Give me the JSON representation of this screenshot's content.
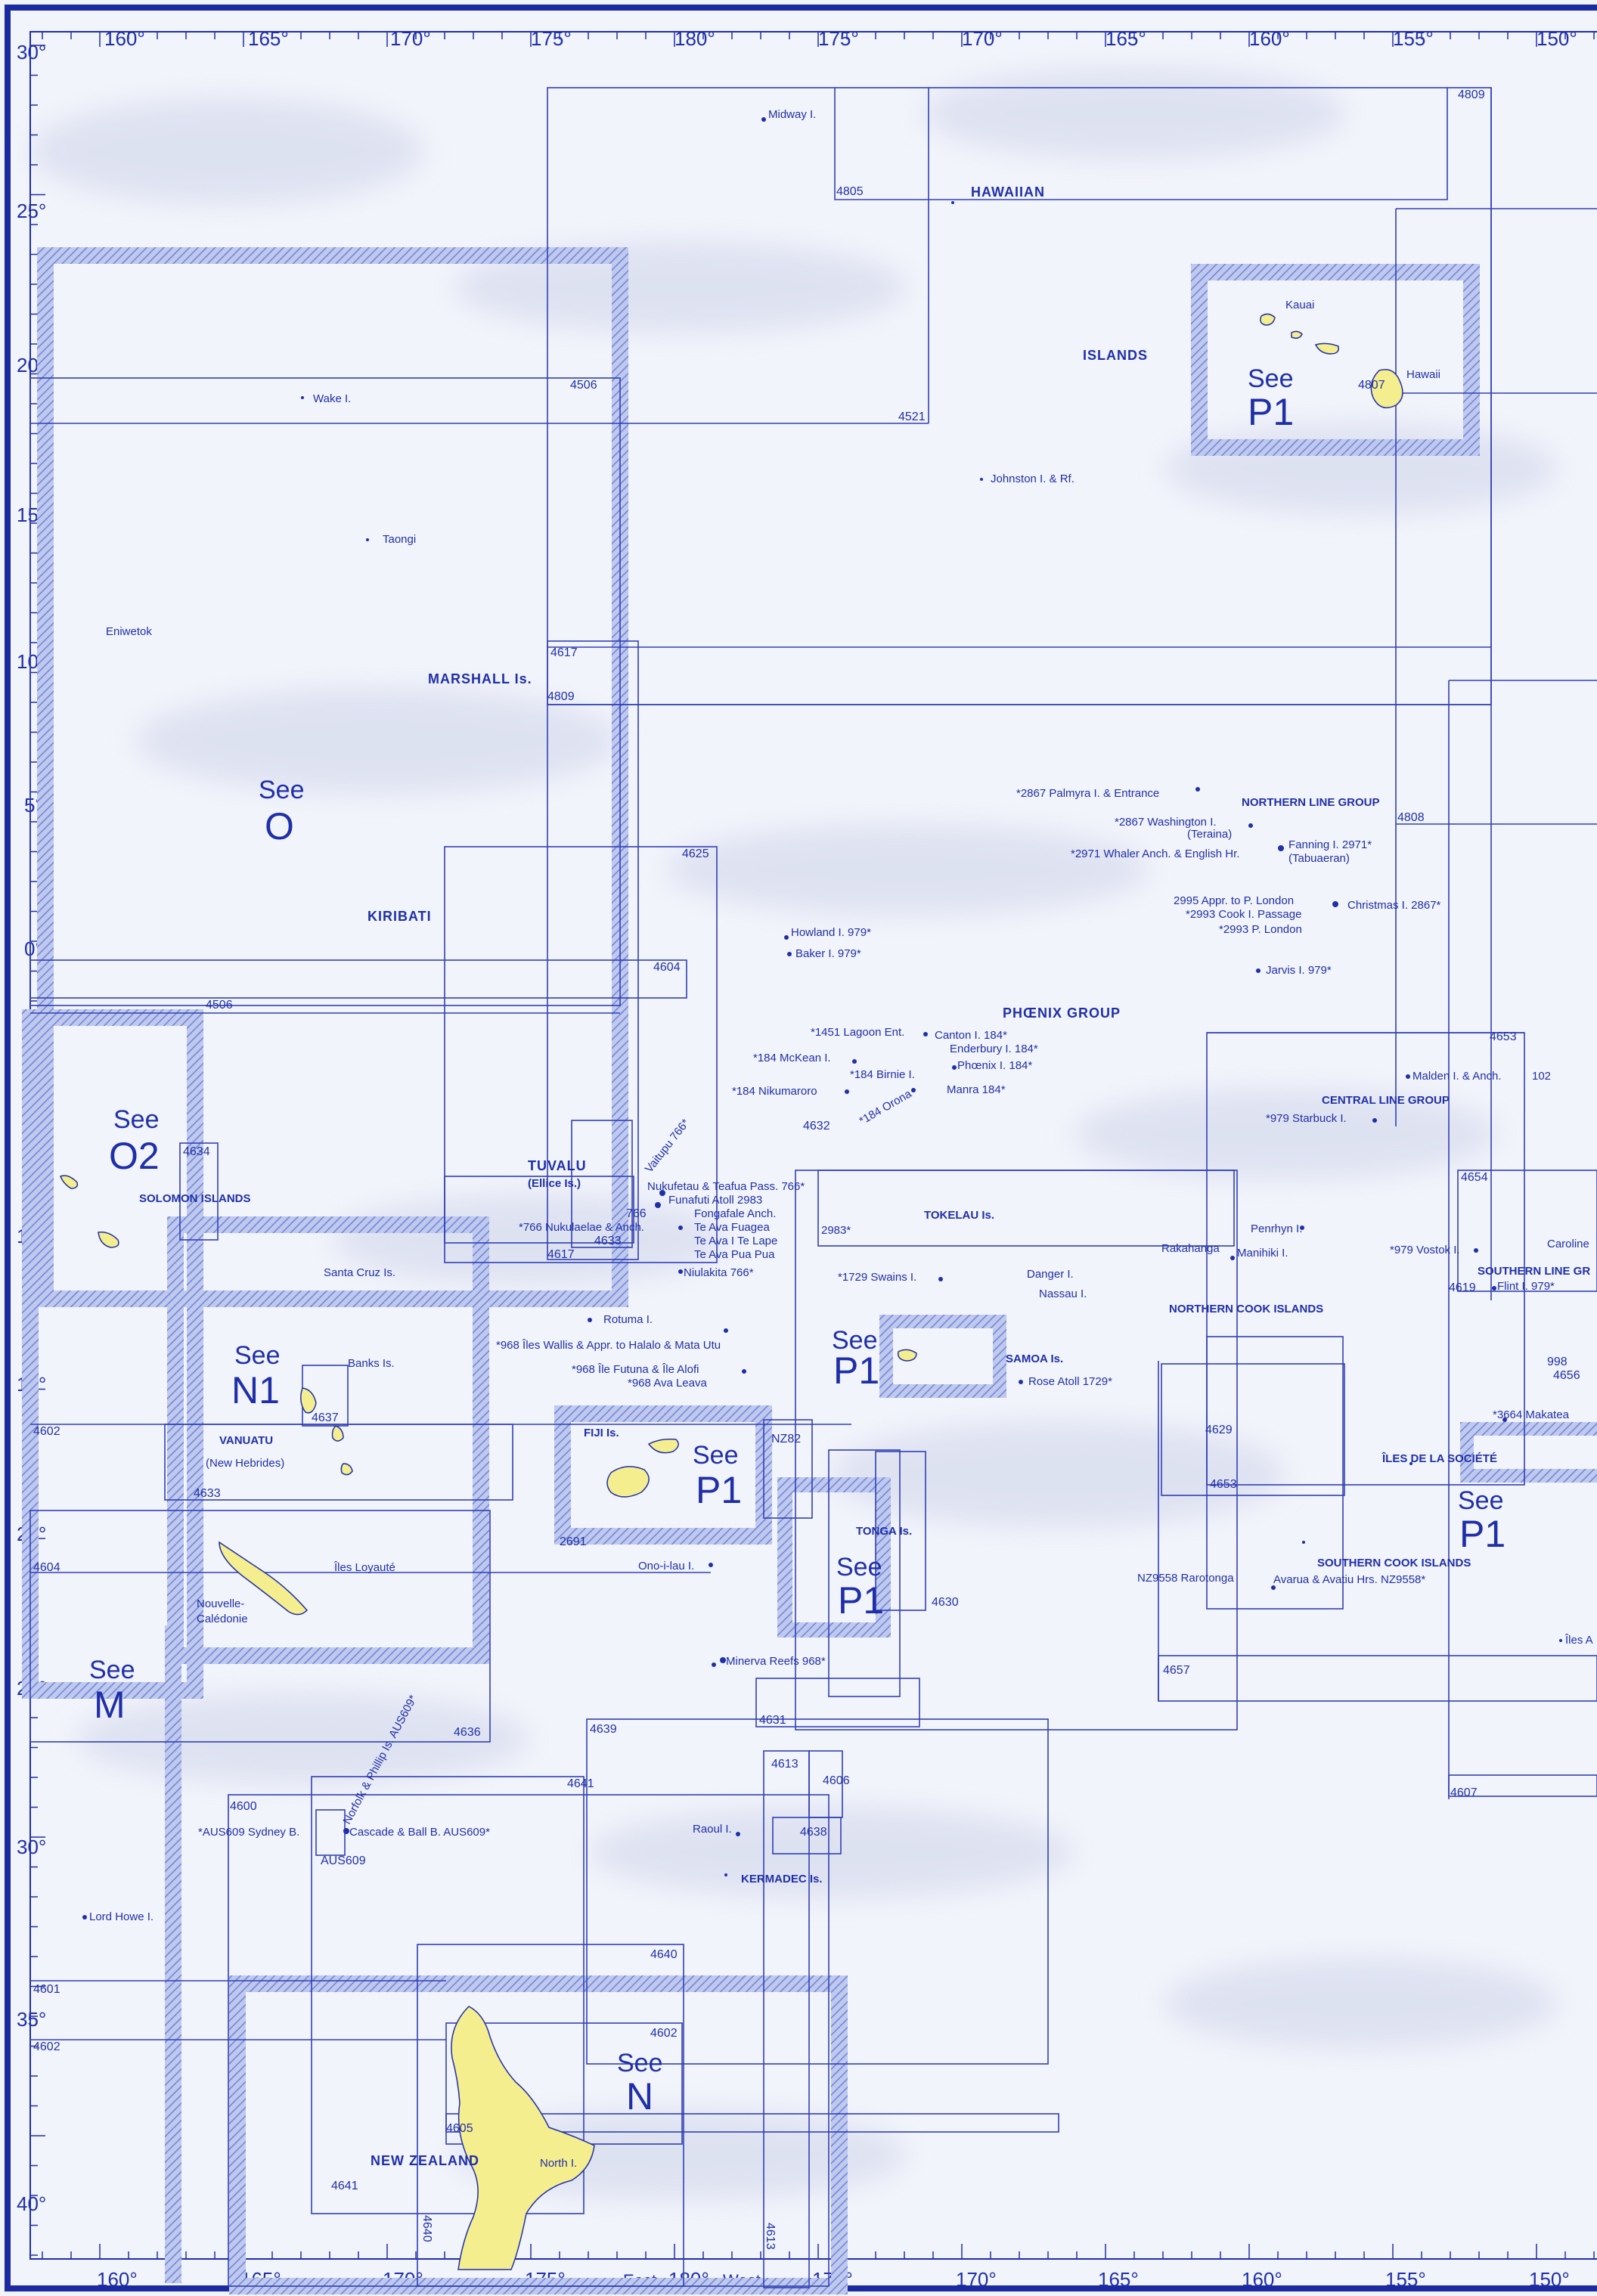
{
  "axes": {
    "left_lat": [
      "30°",
      "25°",
      "20°",
      "15°",
      "10°",
      "5°",
      "0°",
      "5°",
      "10°",
      "15°",
      "20°",
      "25°",
      "30°",
      "35°",
      "40°"
    ],
    "top_lon": [
      "160°",
      "165°",
      "170°",
      "175°",
      "180°",
      "175°",
      "170°",
      "165°",
      "160°",
      "155°",
      "150°"
    ],
    "bottom_lon": [
      "160°",
      "165°",
      "170°",
      "175°",
      "180°",
      "175°",
      "170°",
      "165°",
      "160°",
      "155°",
      "150°"
    ],
    "east_label": "East",
    "west_label": "West"
  },
  "chart_numbers": [
    "4809",
    "4805",
    "4506",
    "4521",
    "4807",
    "4617",
    "4809",
    "4808",
    "4625",
    "4604",
    "4506",
    "4653",
    "4634",
    "4654",
    "4632",
    "4633",
    "4617",
    "4619",
    "4637",
    "4602",
    "4633",
    "4604",
    "4629",
    "4653",
    "4656",
    "998",
    "NZ82",
    "2691",
    "4630",
    "4657",
    "4636",
    "4639",
    "4631",
    "4641",
    "4613",
    "4606",
    "4638",
    "4600",
    "AUS609",
    "4640",
    "4601",
    "4602",
    "4602",
    "4605",
    "4641",
    "4640",
    "4613",
    "4607",
    "766"
  ],
  "regions": {
    "hawaiian": "HAWAIIAN",
    "islands": "ISLANDS",
    "marshall": "MARSHALL Is.",
    "kiribati": "KIRIBATI",
    "northern_line": "NORTHERN LINE GROUP",
    "phoenix": "PHŒNIX GROUP",
    "central_line": "CENTRAL LINE GROUP",
    "tuvalu": "TUVALU",
    "ellice": "(Ellice Is.)",
    "solomon": "SOLOMON ISLANDS",
    "tokelau": "TOKELAU Is.",
    "northern_cook": "NORTHERN COOK ISLANDS",
    "southern_line": "SOUTHERN LINE GR",
    "samoa": "SAMOA Is.",
    "vanuatu": "VANUATU",
    "new_hebrides": "(New Hebrides)",
    "societe": "ÎLES DE LA SOCIÉTÉ",
    "tonga": "TONGA Is.",
    "southern_cook": "SOUTHERN COOK ISLANDS",
    "kermadec": "KERMADEC Is.",
    "new_zealand": "NEW ZEALAND",
    "fiji": "FIJI Is."
  },
  "see_boxes": [
    {
      "word": "See",
      "code": "P1"
    },
    {
      "word": "See",
      "code": "O"
    },
    {
      "word": "See",
      "code": "O2"
    },
    {
      "word": "See",
      "code": "N1"
    },
    {
      "word": "See",
      "code": "P1"
    },
    {
      "word": "See",
      "code": "P1"
    },
    {
      "word": "See",
      "code": "P1"
    },
    {
      "word": "See",
      "code": "P1"
    },
    {
      "word": "See",
      "code": "M"
    },
    {
      "word": "See",
      "code": "N"
    }
  ],
  "places": {
    "midway": "Midway I.",
    "kauai": "Kauai",
    "hawaii": "Hawaii",
    "wake": "Wake I.",
    "johnston": "Johnston I. & Rf.",
    "taongi": "Taongi",
    "eniwetok": "Eniwetok",
    "palmyra": "*2867 Palmyra I. & Entrance",
    "washington": "*2867 Washington I.",
    "teraina": "(Teraina)",
    "fanning": "Fanning I. 2971*",
    "tabuaeran": "(Tabuaeran)",
    "whaler": "*2971 Whaler Anch. & English Hr.",
    "appr_london": "2995 Appr. to P. London",
    "christmas": "Christmas I. 2867*",
    "cook_passage": "*2993 Cook I. Passage",
    "p_london": "*2993 P. London",
    "howland": "Howland I. 979*",
    "baker": "Baker I. 979*",
    "jarvis": "Jarvis I. 979*",
    "lagoon": "*1451 Lagoon Ent.",
    "canton": "Canton I. 184*",
    "enderbury": "Enderbury I. 184*",
    "mckean": "*184 McKean I.",
    "birnie": "*184 Birnie I.",
    "phoenix_i": "Phœnix I. 184*",
    "nikumaroro": "*184 Nikumaroro",
    "orona": "*184 Orona",
    "manra": "Manra 184*",
    "malden": "Malden I. & Anch.",
    "malden_no": "102",
    "starbuck": "*979 Starbuck I.",
    "vaitupu": "Vaitupu 766*",
    "nukufetau": "Nukufetau & Teafua Pass. 766*",
    "funafuti": "Funafuti Atoll 2983",
    "fongafale": "Fongafale Anch.",
    "te_ava_fuagea": "Te Ava Fuagea",
    "te_ava_i_te_lape": "Te Ava I Te Lape",
    "te_ava_pua_pua": "Te Ava Pua Pua",
    "n2983": "2983*",
    "nukulaelae": "*766 Nukulaelae & Anch.",
    "niulakita": "Niulakita 766*",
    "penrhyn": "Penrhyn I.",
    "rakahanga": "Rakahanga",
    "manihiki": "Manihiki I.",
    "vostok": "*979 Vostok I.",
    "caroline": "Caroline",
    "flint": "Flint I. 979*",
    "swains": "*1729 Swains I.",
    "danger": "Danger I.",
    "nassau": "Nassau I.",
    "rotuma": "Rotuma I.",
    "wallis": "*968 Îles Wallis & Appr. to Halalo & Mata Utu",
    "futuna": "*968 Île Futuna & Île Alofi",
    "ava_leava": "*968 Ava Leava",
    "rose": "Rose Atoll 1729*",
    "santa_cruz": "Santa Cruz Is.",
    "banks": "Banks Is.",
    "makatea": "*3664 Makatea",
    "loyaute": "Îles Loyauté",
    "nouvelle_caledonie_1": "Nouvelle-",
    "nouvelle_caledonie_2": "Calédonie",
    "ono_i_lau": "Ono-i-lau I.",
    "rarotonga": "NZ9558 Rarotonga",
    "avarua": "Avarua & Avatiu Hrs. NZ9558*",
    "iles_a": "Îles A",
    "minerva": "Minerva Reefs 968*",
    "norfolk": "Norfolk & Phillip Is. AUS609*",
    "sydney_b": "*AUS609 Sydney B.",
    "cascade": "Cascade & Ball B. AUS609*",
    "raoul": "Raoul I.",
    "lord_howe": "Lord Howe I.",
    "north_i": "North I."
  },
  "colors": {
    "ink": "#1f2fa8",
    "land": "#f5ee8f",
    "sea": "#f2f4fb",
    "sea_shade": "#dfe3f0",
    "hatch": "#8ea0dd",
    "frame": "#1b2aa0"
  }
}
